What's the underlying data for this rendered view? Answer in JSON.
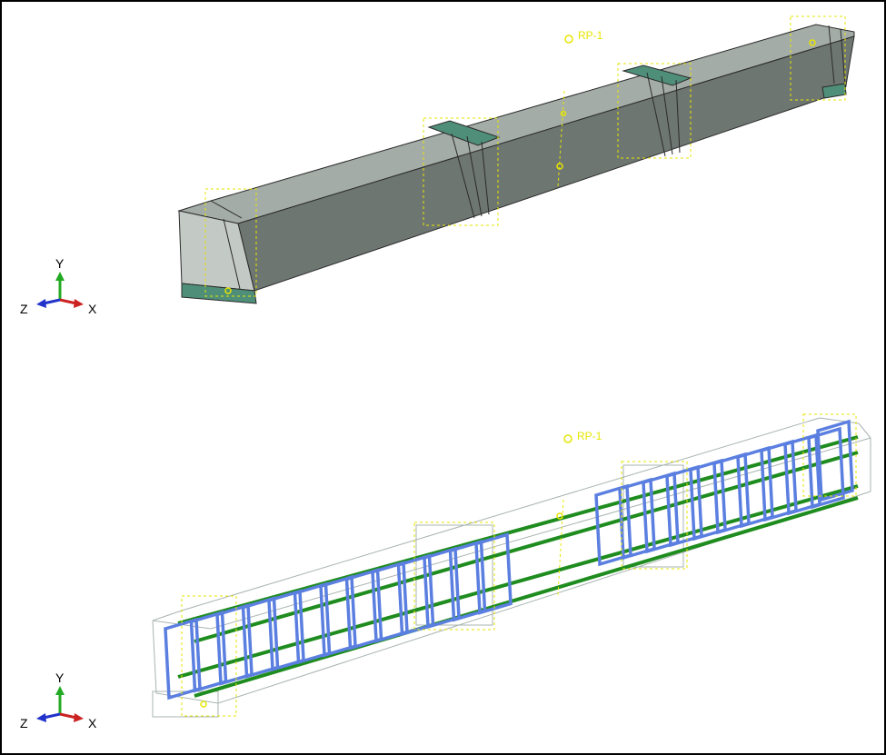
{
  "colors": {
    "background": "#ffffff",
    "border": "#000000",
    "concrete_top": "#9aa39e",
    "concrete_front": "#6b736f",
    "concrete_end": "#c2c8c4",
    "steel_plate": "#4f8f7a",
    "rebar_long": "#1e8c1e",
    "stirrup": "#5b7fe0",
    "ref_point": "#e6e600",
    "triad_y": "#22aa22",
    "triad_x": "#cc2222",
    "triad_z": "#2233cc"
  },
  "top_view": {
    "ref_point_label": "RP-1",
    "triad": {
      "y": "Y",
      "x": "X",
      "z": "Z"
    }
  },
  "bottom_view": {
    "ref_point_label": "RP-1",
    "triad": {
      "y": "Y",
      "x": "X",
      "z": "Z"
    }
  }
}
